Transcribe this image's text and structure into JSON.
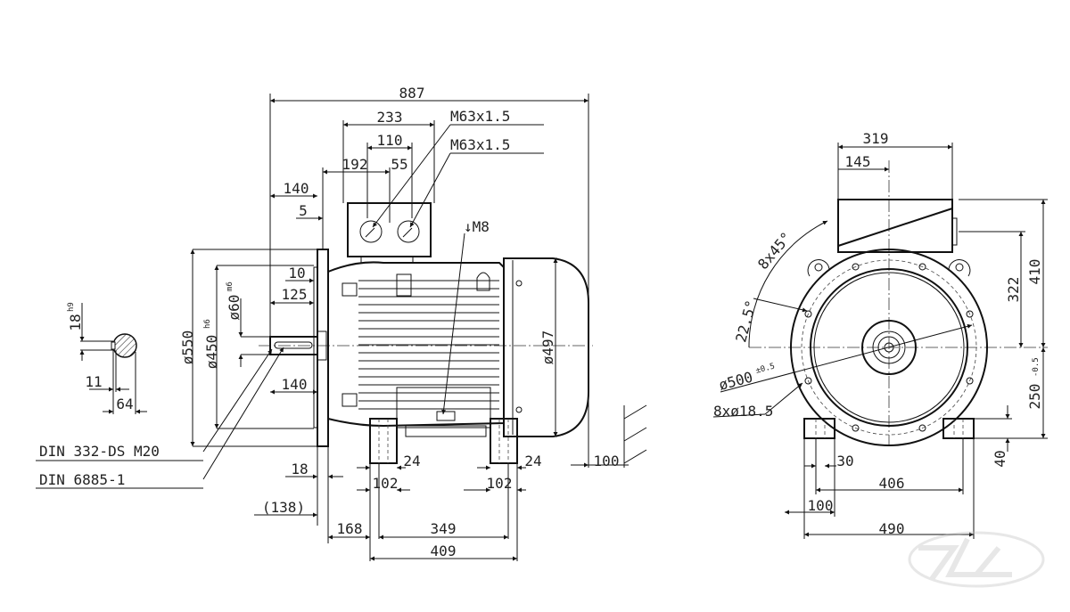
{
  "side_view": {
    "dims": {
      "overall_length": "887",
      "tb_width": "233",
      "tb_gland_spacing": "110",
      "tb_offset": "192",
      "tb_gland_pitch": "55",
      "flange_to_tb": "140",
      "tb_gap": "5",
      "spigot": "10",
      "key_length": "125",
      "shaft_length": "140",
      "flange_thickness": "18",
      "foot_width_l": "24",
      "foot_width_r": "24",
      "foot_hole_l": "102",
      "foot_hole_r": "102",
      "shaft_to_foot": "(138)",
      "flange_to_foot": "168",
      "foot_hole_dist": "349",
      "foot_length": "409",
      "shaft_height_ref": "100",
      "gland_1": "M63x1.5",
      "gland_2": "M63x1.5",
      "earth": "↓M8"
    },
    "diam": {
      "flange_od": "ø550",
      "spigot_d": "ø450",
      "spigot_tol": "h6",
      "shaft_d": "ø60",
      "shaft_tol": "m6",
      "fan_cover_d": "ø497"
    },
    "notes": {
      "center_hole": "DIN 332-DS M20",
      "key": "DIN 6885-1"
    }
  },
  "shaft_section": {
    "key_width": "18",
    "key_tol": "h9",
    "key_depth": "11",
    "shaft_key_height": "64"
  },
  "end_view": {
    "dims": {
      "tb_width": "319",
      "tb_center_offset": "145",
      "tb_height_from_axis": "322",
      "total_height_from_axis": "410",
      "shaft_height": "250",
      "shaft_height_tol": "-0.5",
      "foot_height": "40",
      "foot_slot": "30",
      "foot_hole_spacing": "406",
      "foot_edge": "100",
      "foot_total": "490"
    },
    "angles": {
      "hole_pitch": "8x45°",
      "hole_offset": "22.5°"
    },
    "bolt_circle": "ø500",
    "bolt_circle_tol": "±0.5",
    "holes": "8xø18.5"
  },
  "watermark": "TL"
}
